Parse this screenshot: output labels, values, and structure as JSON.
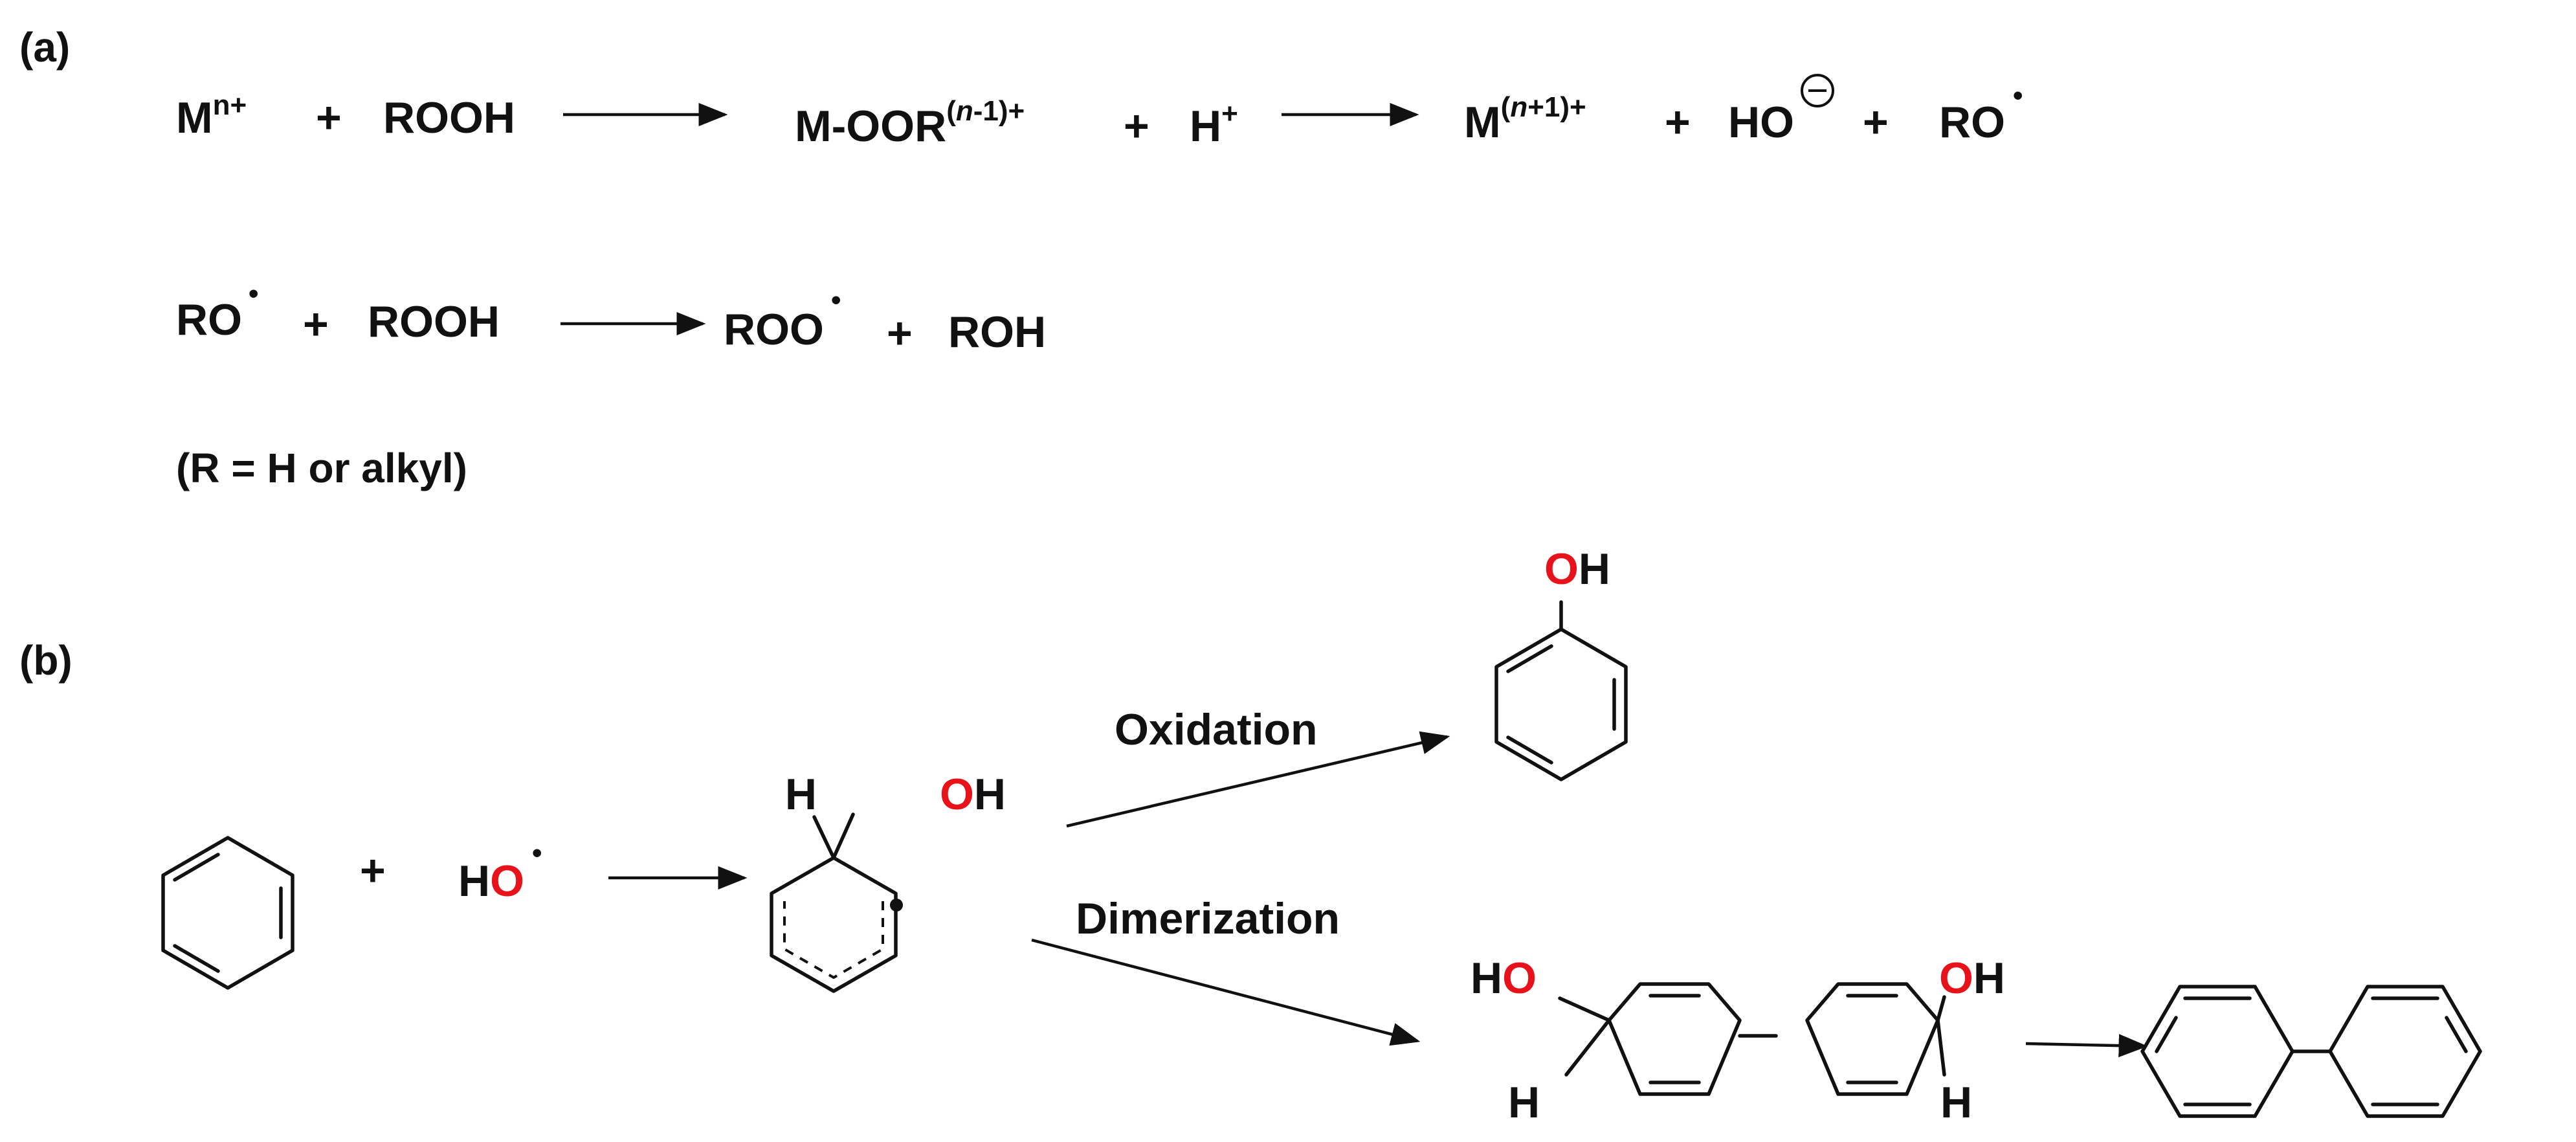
{
  "panel_a": {
    "label": "(a)",
    "reaction1": {
      "reactant1_base": "M",
      "reactant1_charge": "n+",
      "plus1": "+",
      "reactant2": "ROOH",
      "intermediate_base": "M-OOR",
      "intermediate_charge_open": "(",
      "intermediate_charge_n": "n",
      "intermediate_charge_close": "-1)+",
      "plus2": "+",
      "proton_base": "H",
      "proton_charge": "+",
      "product1_base": "M",
      "product1_charge_open": "(",
      "product1_charge_n": "n",
      "product1_charge_close": "+1)+",
      "plus3": "+",
      "product2": "HO",
      "product2_charge": "−",
      "plus4": "+",
      "product3": "RO",
      "radical_dot": "•"
    },
    "reaction2": {
      "reactant1": "RO",
      "radical_dot": "•",
      "plus1": "+",
      "reactant2": "ROOH",
      "product1": "ROO",
      "plus2": "+",
      "product2": "ROH"
    },
    "note": "(R = H or alkyl)"
  },
  "panel_b": {
    "label": "(b)",
    "plus": "+",
    "hydroxyl_H": "H",
    "hydroxyl_O": "O",
    "radical_dot": "•",
    "adduct_H": "H",
    "adduct_O": "O",
    "adduct_OH_H": "H",
    "oxidation_label": "Oxidation",
    "dimerization_label": "Dimerization",
    "phenol_O": "O",
    "phenol_H": "H",
    "dimer_left_H": "H",
    "dimer_left_O": "O",
    "dimer_left_ring_H": "H",
    "dimer_right_O": "O",
    "dimer_right_H": "H",
    "dimer_right_ring_H": "H"
  },
  "colors": {
    "oxygen": "#e8131a",
    "ink": "#111111",
    "background": "#ffffff"
  }
}
